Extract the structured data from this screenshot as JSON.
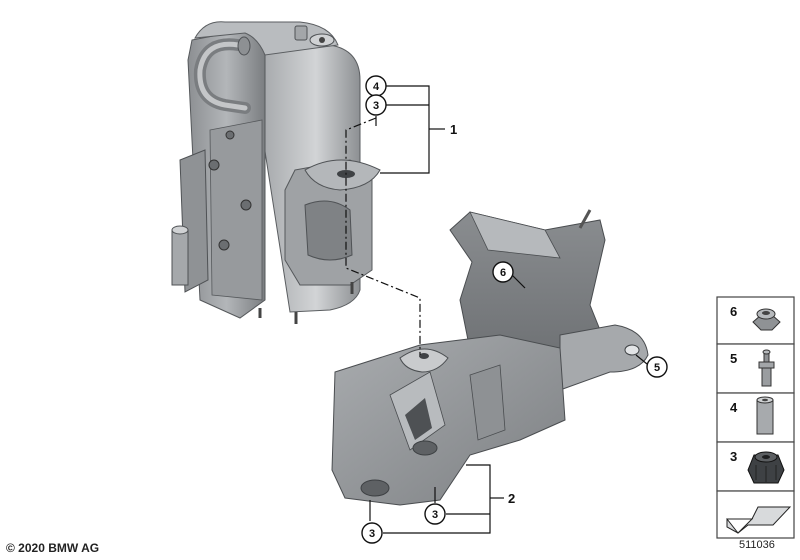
{
  "diagram": {
    "callouts": {
      "c4_upper": "4",
      "c3_upper": "3",
      "c6": "6",
      "c5": "5",
      "c3_mid": "3",
      "c3_bottom": "3"
    },
    "part_labels": {
      "p1": "1",
      "p2": "2"
    }
  },
  "side_panel": {
    "items": [
      {
        "number": "6",
        "icon": "hex-nut-icon"
      },
      {
        "number": "5",
        "icon": "stud-bolt-icon"
      },
      {
        "number": "4",
        "icon": "spacer-sleeve-icon"
      },
      {
        "number": "3",
        "icon": "rubber-mount-icon"
      },
      {
        "number": "",
        "icon": "direction-arrow-icon"
      }
    ]
  },
  "footer": {
    "copyright": "© 2020 BMW AG",
    "diagram_number": "511036"
  },
  "colors": {
    "part_dark": "#7e8184",
    "part_mid": "#a4a7aa",
    "part_light": "#c9cbcd",
    "panel_border": "#444444"
  }
}
